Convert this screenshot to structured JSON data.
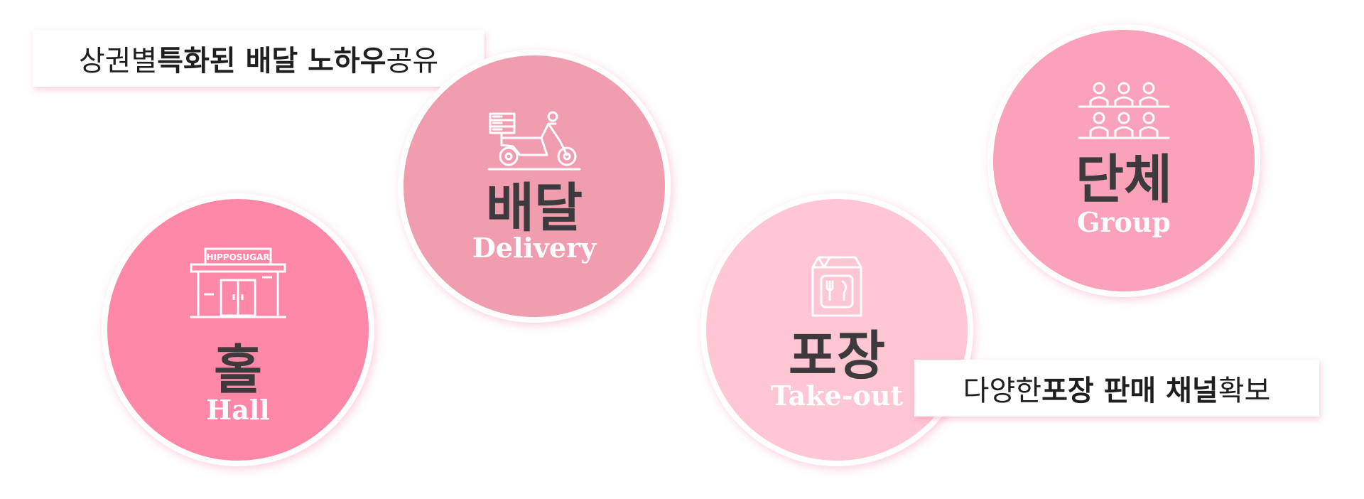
{
  "callout_top": {
    "normal_1": "상권별 ",
    "bold": "특화된 배달 노하우",
    "normal_2": " 공유"
  },
  "callout_bottom": {
    "normal_1": "다양한 ",
    "bold": "포장 판매 채널",
    "normal_2": " 확보"
  },
  "channels": {
    "hall": {
      "ko": "홀",
      "en": "Hall",
      "sign": "HIPPOSUGAR",
      "icon": "storefront-icon",
      "color": "#ff88a8"
    },
    "delivery": {
      "ko": "배달",
      "en": "Delivery",
      "icon": "delivery-scooter-icon",
      "color": "#f09db0"
    },
    "takeout": {
      "ko": "포장",
      "en": "Take-out",
      "icon": "takeout-bag-icon",
      "color": "#ffc6d3"
    },
    "group": {
      "ko": "단체",
      "en": "Group",
      "icon": "group-people-icon",
      "color": "#f9a2b9"
    }
  }
}
